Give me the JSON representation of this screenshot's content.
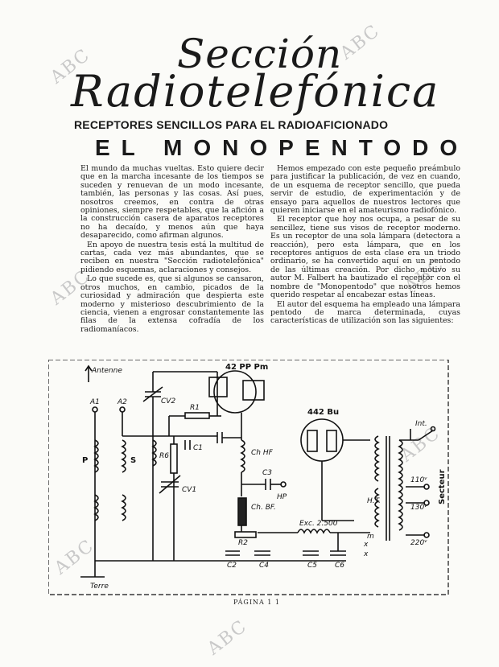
{
  "watermark": "ABC",
  "section_title": {
    "line1": "Sección",
    "line2": "Radiotelefónica"
  },
  "subheadline": "RECEPTORES SENCILLOS PARA EL RADIOAFICIONADO",
  "headline": "EL MONOPENTODO",
  "column1": [
    "El mundo da muchas vueltas. Esto quiere decir que en la marcha incesante de los tiempos se suceden y renuevan de un modo incesante, también, las personas y las cosas. Así pues, nosotros creemos, en contra de otras opiniones, siempre respetables, que la afición a la construcción casera de aparatos receptores no ha decaído, y menos aún que haya desaparecido, como afirman algunos.",
    "En apoyo de nuestra tesis está la multitud de cartas, cada vez más abundantes, que se reciben en nuestra \"Sección radiotelefónica\" pidiendo esquemas, aclaraciones y consejos.",
    "Lo que sucede es, que si algunos se cansaron, otros muchos, en cambio, picados de la curiosidad y admiración que despierta este moderno y misterioso descubrimiento de la ciencia, vienen a engrosar constantemente las filas de la extensa cofradía de los radiomaníacos."
  ],
  "column2": [
    "Hemos empezado con este pequeño preámbulo para justificar la publicación, de vez en cuando, de un esquema de receptor sencillo, que pueda servir de estudio, de experimentación y de ensayo para aquellos de nuestros lectores que quieren iniciarse en el amateurismo radiofónico.",
    "El receptor que hoy nos ocupa, a pesar de su sencillez, tiene sus visos de receptor moderno. Es un receptor de una sola lámpara (detectora a reacción), pero esta lámpara, que en los receptores antiguos de esta clase era un triodo ordinario, se ha convertido aquí en un pentodo de las últimas creación. Por dicho motivo su autor M. Falbert ha bautizado el receptor con el nombre de \"Monopentodo\" que nosotros hemos querido respetar al encabezar estas líneas.",
    "El autor del esquema ha empleado una lámpara pentodo de marca determinada, cuyas características de utilización son las siguientes:"
  ],
  "schematic_labels": {
    "antenne": "Antenne",
    "a1": "A1",
    "a2": "A2",
    "p": "P",
    "s": "S",
    "cv2": "CV2",
    "r1": "R1",
    "c1": "C1",
    "r6": "R6",
    "cv1": "CV1",
    "tube1": "42 PP Pm",
    "tube2": "442 Bu",
    "chhf": "Ch HF",
    "c3": "C3",
    "hp": "HP",
    "chbf": "Ch. BF.",
    "r2": "R2",
    "exc": "Exc. 2.500",
    "c2": "C2",
    "c4": "C4",
    "c5": "C5",
    "c6": "C6",
    "terre": "Terre",
    "int": "Int.",
    "secteur": "Secteur",
    "v110": "110ᵛ",
    "v130": "130ᵛ",
    "v220": "220ᵛ",
    "ht": "H.T.",
    "m": "m",
    "x1": "x",
    "x2": "x"
  },
  "footer": "PÁGINA 1 1"
}
